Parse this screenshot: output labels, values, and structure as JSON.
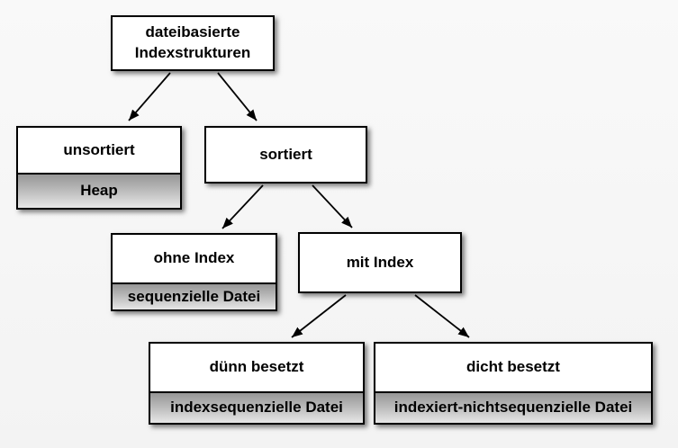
{
  "colors": {
    "background": "#f5f5f5",
    "node_fill": "#ffffff",
    "node_border": "#000000",
    "sub_gradient_top": "#979797",
    "sub_gradient_bottom": "#e7e7e7",
    "arrow": "#000000",
    "text": "#000000"
  },
  "diagram": {
    "type": "tree",
    "nodes": {
      "root": {
        "label": "dateibasierte Indexstrukturen"
      },
      "unsortiert": {
        "label": "unsortiert",
        "sublabel": "Heap"
      },
      "sortiert": {
        "label": "sortiert"
      },
      "ohne_index": {
        "label": "ohne Index",
        "sublabel": "sequenzielle Datei"
      },
      "mit_index": {
        "label": "mit Index"
      },
      "duenn": {
        "label": "dünn besetzt",
        "sublabel": "indexsequenzielle Datei"
      },
      "dicht": {
        "label": "dicht besetzt",
        "sublabel": "indexiert-nichtsequenzielle Datei"
      }
    },
    "edges": [
      {
        "from": "root",
        "to": "unsortiert"
      },
      {
        "from": "root",
        "to": "sortiert"
      },
      {
        "from": "sortiert",
        "to": "ohne_index"
      },
      {
        "from": "sortiert",
        "to": "mit_index"
      },
      {
        "from": "mit_index",
        "to": "duenn"
      },
      {
        "from": "mit_index",
        "to": "dicht"
      }
    ]
  }
}
